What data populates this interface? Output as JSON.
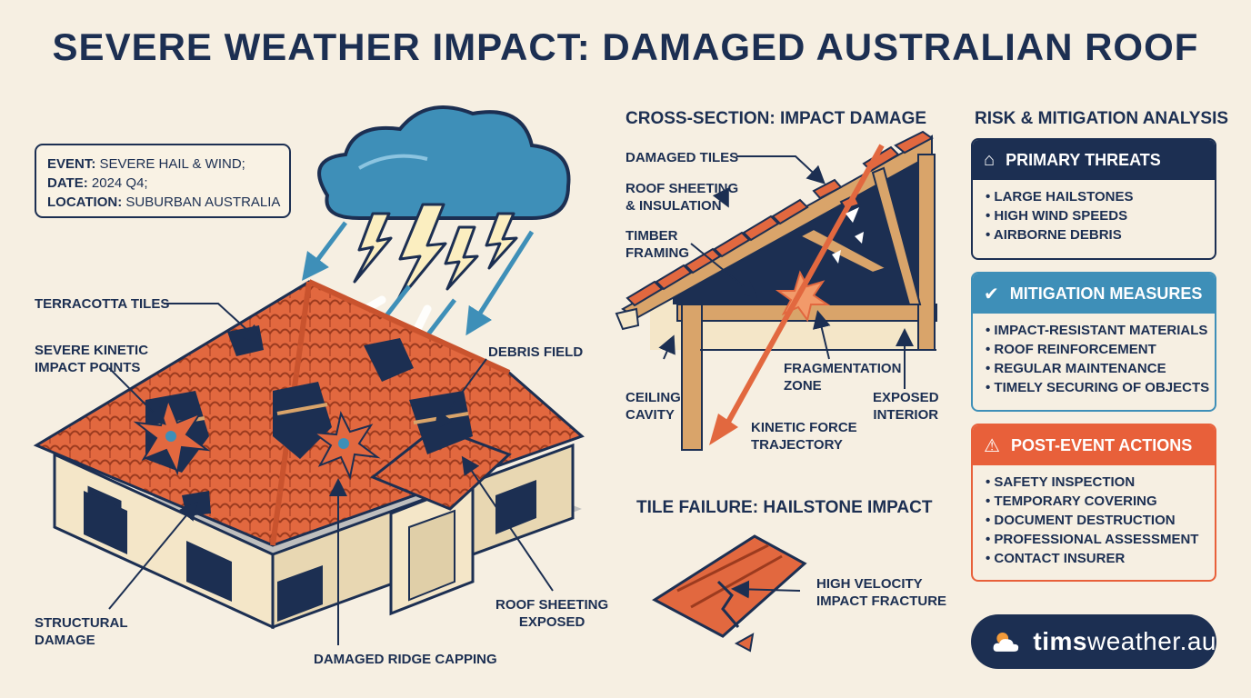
{
  "title": "SEVERE WEATHER IMPACT: DAMAGED AUSTRALIAN ROOF",
  "event": {
    "lines": [
      {
        "key": "EVENT:",
        "value": "SEVERE HAIL & WIND;"
      },
      {
        "key": "DATE:",
        "value": "2024 Q4;"
      },
      {
        "key": "LOCATION:",
        "value": "SUBURBAN AUSTRALIA"
      }
    ]
  },
  "house_labels": {
    "terracotta_tiles": "TERRACOTTA TILES",
    "kinetic_impact": "SEVERE KINETIC\nIMPACT POINTS",
    "debris_field": "DEBRIS FIELD",
    "structural_damage": "STRUCTURAL\nDAMAGE",
    "ridge_capping": "DAMAGED RIDGE CAPPING",
    "roof_sheeting_exposed": "ROOF SHEETING\nEXPOSED"
  },
  "cross_section": {
    "title": "CROSS-SECTION: IMPACT DAMAGE",
    "damaged_tiles": "DAMAGED TILES",
    "roof_sheeting": "ROOF SHEETING\n& INSULATION",
    "timber_framing": "TIMBER\nFRAMING",
    "ceiling_cavity": "CEILING\nCAVITY",
    "fragmentation_zone": "FRAGMENTATION\nZONE",
    "exposed_interior": "EXPOSED\nINTERIOR",
    "kinetic_trajectory": "KINETIC FORCE\nTRAJECTORY"
  },
  "tile_failure": {
    "title": "TILE FAILURE: HAILSTONE IMPACT",
    "fracture": "HIGH VELOCITY\nIMPACT FRACTURE"
  },
  "risk": {
    "title": "RISK & MITIGATION ANALYSIS",
    "panels": [
      {
        "title": "PRIMARY THREATS",
        "color": "#1c2f52",
        "items": [
          "LARGE HAILSTONES",
          "HIGH WIND SPEEDS",
          "AIRBORNE DEBRIS"
        ]
      },
      {
        "title": "MITIGATION MEASURES",
        "color": "#3e8fb8",
        "items": [
          "IMPACT-RESISTANT MATERIALS",
          "ROOF REINFORCEMENT",
          "REGULAR MAINTENANCE",
          "TIMELY SECURING OF OBJECTS"
        ]
      },
      {
        "title": "POST-EVENT ACTIONS",
        "color": "#e8603a",
        "items": [
          "SAFETY INSPECTION",
          "TEMPORARY COVERING",
          "DOCUMENT DESTRUCTION",
          "PROFESSIONAL ASSESSMENT",
          "CONTACT INSURER"
        ]
      }
    ]
  },
  "logo": {
    "bold": "tims",
    "rest": "weather.au"
  },
  "colors": {
    "navy": "#1c2f52",
    "tile": "#e2683f",
    "sky": "#3e8fb8",
    "cream": "#f6efe2",
    "timber": "#d9a46a"
  }
}
